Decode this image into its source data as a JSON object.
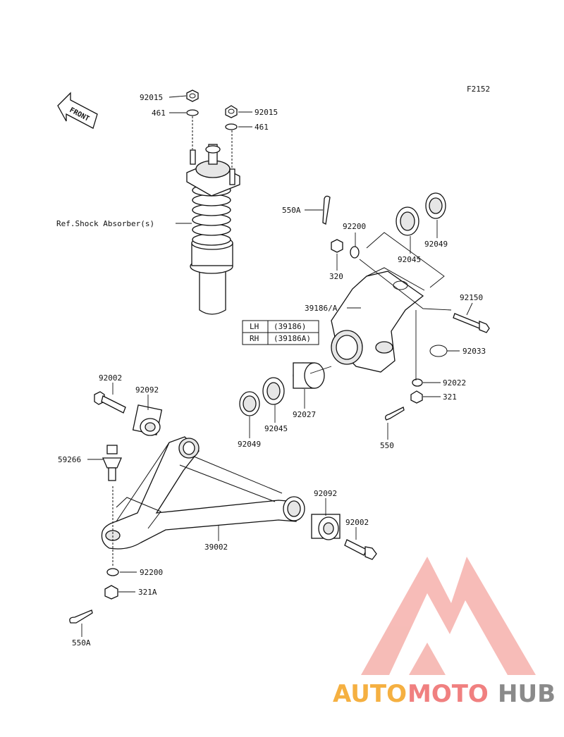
{
  "figure_code": "F2152",
  "front_arrow_label": "FRONT",
  "ref_label": "Ref.Shock Absorber(s)",
  "parts": {
    "nut_92015_left": "92015",
    "washer_461_left": "461",
    "nut_92015_right": "92015",
    "washer_461_right": "461",
    "pin_550A_top": "550A",
    "washer_92200_top": "92200",
    "nut_320": "320",
    "bearing_92045_top": "92045",
    "seal_92049_top": "92049",
    "knuckle_39186A": "39186/A",
    "bolt_92150": "92150",
    "circlip_92033": "92033",
    "washer_92022": "92022",
    "nut_321": "321",
    "pin_550": "550",
    "spacer_92027": "92027",
    "bearing_92045_bottom": "92045",
    "seal_92049_bottom": "92049",
    "bolt_92002_left": "92002",
    "bushing_92092_left": "92092",
    "balljoint_59266": "59266",
    "arm_39002": "39002",
    "bushing_92092_right": "92092",
    "bolt_92002_right": "92002",
    "washer_92200_bottom": "92200",
    "nut_321A": "321A",
    "pin_550A_bottom": "550A"
  },
  "side_table": {
    "rows": [
      {
        "side": "LH",
        "part": "(39186)"
      },
      {
        "side": "RH",
        "part": "(39186A)"
      }
    ]
  },
  "watermark": {
    "word_1": "AUTO",
    "word_2": "MOTO",
    "word_3": "HUB",
    "color_1": "#f5b041",
    "color_2": "#f08080",
    "color_3": "#8a8a8a",
    "logo_color": "#f4a6a0"
  }
}
